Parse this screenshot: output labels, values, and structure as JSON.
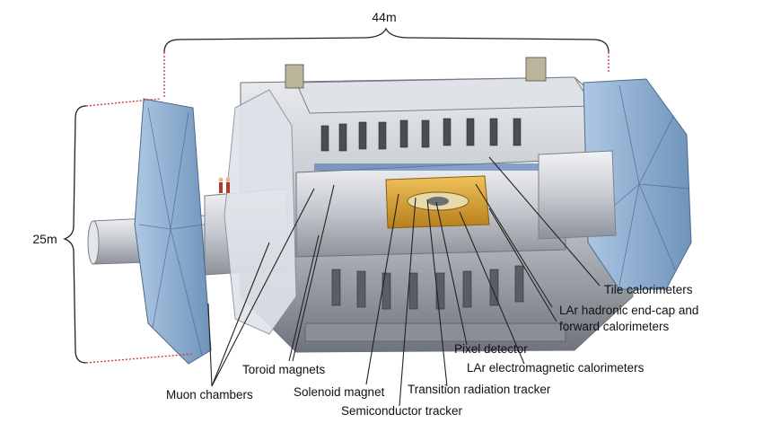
{
  "dimensions": {
    "length": "44m",
    "height": "25m"
  },
  "labels": {
    "tile": "Tile calorimeters",
    "hadronic_line1": "LAr hadronic end-cap and",
    "hadronic_line2": "forward calorimeters",
    "pixel": "Pixel detector",
    "lar_em": "LAr electromagnetic calorimeters",
    "toroid": "Toroid magnets",
    "muon": "Muon chambers",
    "solenoid": "Solenoid magnet",
    "trt": "Transition radiation tracker",
    "sct": "Semiconductor tracker"
  },
  "colors": {
    "structure": "#c9ccd2",
    "structure_dark": "#8e939c",
    "muon_blue": "#8fb3d6",
    "calorimeter_gold": "#d9a43a",
    "leader_line": "#222222",
    "dim_dotted": "#d0302c"
  }
}
